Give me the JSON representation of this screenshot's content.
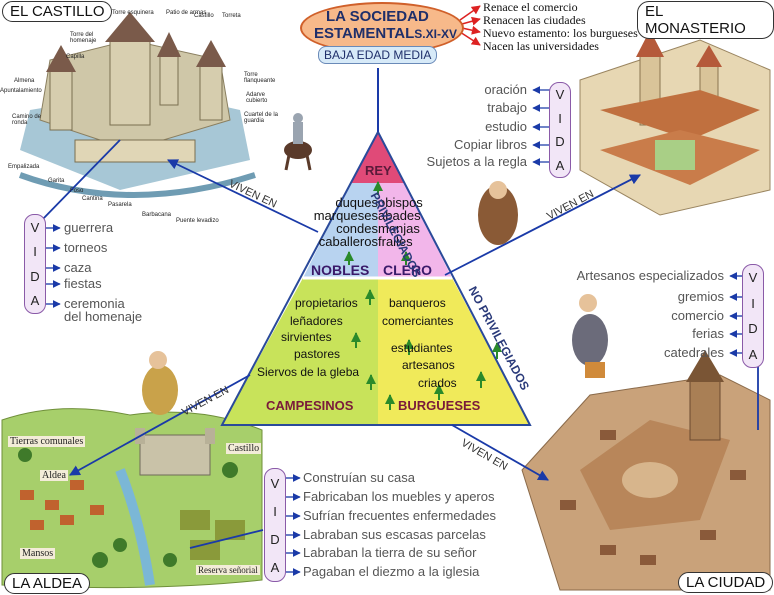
{
  "title": {
    "line1": "LA SOCIEDAD",
    "line2": "ESTAMENTAL",
    "suffix": "S.XI-XV",
    "subtitle": "BAJA EDAD MEDIA"
  },
  "causes": [
    "Renace el comercio",
    "Renacen las ciudades",
    "Nuevo estamento: los burgueses",
    "Nacen las universidades"
  ],
  "corner_labels": {
    "castillo": "EL CASTILLO",
    "monasterio": "EL MONASTERIO",
    "aldea": "LA  ALDEA",
    "ciudad": "LA CIUDAD"
  },
  "pyramid": {
    "rey": "REY",
    "nobles_members": [
      "duques",
      "marqueses",
      "condes",
      "caballeros"
    ],
    "clero_members": [
      "obispos",
      "abades",
      "monjas",
      "frailes"
    ],
    "nobles": "NOBLES",
    "clero": "CLERO",
    "campesinos_members": [
      "propietarios",
      "leñadores",
      "sirvientes",
      "pastores",
      "Siervos de la gleba"
    ],
    "burgueses_members": [
      "banqueros",
      "comerciantes",
      "estudiantes",
      "artesanos",
      "criados"
    ],
    "campesinos": "CAMPESINOS",
    "burgueses": "BURGUESES",
    "privilegiados": "PRIVILEGIADOS",
    "no_privilegiados": "NO PRIVILEGIADOS"
  },
  "viven_en": "VIVEN EN",
  "vida_letters": [
    "V",
    "I",
    "D",
    "A"
  ],
  "castillo_vida": [
    "guerrera",
    "torneos",
    "caza",
    "fiestas",
    "ceremonia",
    "del homenaje"
  ],
  "monasterio_vida": [
    "oración",
    "trabajo",
    "estudio",
    "Copiar libros",
    "Sujetos a la regla"
  ],
  "ciudad_vida": [
    "Artesanos especializados",
    "gremios",
    "comercio",
    "ferias",
    "catedrales"
  ],
  "aldea_vida": [
    "Construían su casa",
    "Fabricaban los muebles y aperos",
    "Sufrían frecuentes enfermedades",
    "Labraban sus escasas parcelas",
    "Labraban la tierra de su señor",
    "Pagaban el diezmo a la iglesia"
  ],
  "castle_parts": [
    "Torre del homenaje",
    "Capilla",
    "Torre esquinera",
    "Patio de armas",
    "Castillo",
    "Torreta",
    "Almena",
    "Apuntalamiento",
    "Camino de ronda",
    "Torre flanqueante",
    "Adarve cubierto",
    "Cuartel de la guardia",
    "Empalizada",
    "Garita",
    "Foso",
    "Cantina",
    "Pasarela",
    "Barbacana",
    "Puente levadizo"
  ],
  "village_labels": [
    "Tierras comunales",
    "Castillo",
    "Aldea",
    "Mansos",
    "Reserva señorial"
  ],
  "colors": {
    "rey": "#e04a78",
    "nobles": "#b8d3f0",
    "clero": "#f2b6ea",
    "campesinos": "#c8e35a",
    "burgueses": "#f0ea5a",
    "arrow": "#1a3aa8",
    "title_oval": "#f7b98a"
  }
}
